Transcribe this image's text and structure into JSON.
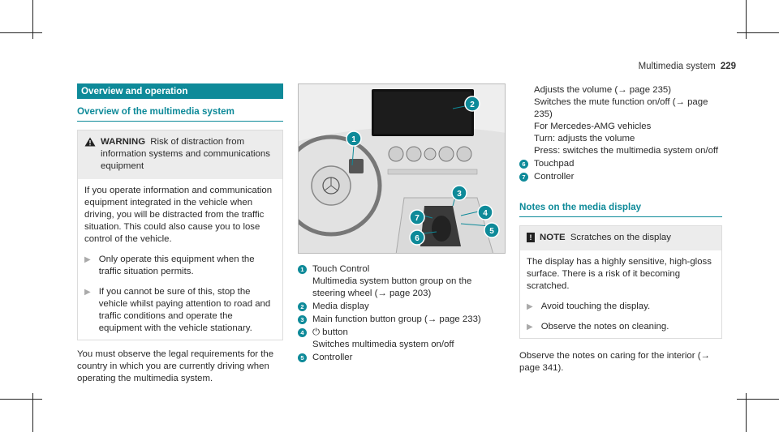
{
  "header": {
    "title": "Multimedia system",
    "page_number": "229"
  },
  "left": {
    "section_title": "Overview and operation",
    "subheading": "Overview of the multimedia system",
    "warning": {
      "label": "WARNING",
      "text": "Risk of distraction from information systems and communications equipment",
      "body": "If you operate information and communication equipment integrated in the vehicle when driving, you will be distracted from the traffic situation. This could also cause you to lose control of the vehicle.",
      "bullets": [
        "Only operate this equipment when the traffic situation permits.",
        "If you cannot be sure of this, stop the vehicle whilst paying attention to road and traffic conditions and operate the equipment with the vehicle stationary."
      ]
    },
    "paragraph": "You must observe the legal requirements for the country in which you are currently driving when operating the multimedia system."
  },
  "middle": {
    "figure_labels": [
      "1",
      "2",
      "3",
      "4",
      "5",
      "6",
      "7"
    ],
    "legend": [
      {
        "num": "1",
        "title": "Touch Control",
        "desc": "Multimedia system button group on the steering wheel (→ page 203)"
      },
      {
        "num": "2",
        "title": "Media display",
        "desc": ""
      },
      {
        "num": "3",
        "title": "Main function button group (→ page 233)",
        "desc": ""
      },
      {
        "num": "4",
        "title": "⏻ button",
        "desc": "Switches multimedia system on/off"
      },
      {
        "num": "5",
        "title": "Controller",
        "desc": ""
      }
    ]
  },
  "right": {
    "continued": [
      "Adjusts the volume (→ page 235)",
      "Switches the mute function on/off (→ page 235)",
      "For Mercedes-AMG vehicles",
      "Turn: adjusts the volume",
      "Press: switches the multimedia system on/off"
    ],
    "legend": [
      {
        "num": "6",
        "title": "Touchpad"
      },
      {
        "num": "7",
        "title": "Controller"
      }
    ],
    "subheading": "Notes on the media display",
    "note": {
      "label": "NOTE",
      "text": "Scratches on the display",
      "body": "The display has a highly sensitive, high-gloss surface. There is a risk of it becoming scratched.",
      "bullets": [
        "Avoid touching the display.",
        "Observe the notes on cleaning."
      ]
    },
    "paragraph": "Observe the notes on caring for the interior (→ page 341)."
  },
  "colors": {
    "accent": "#0e8a99",
    "warning_bg": "#ececec"
  },
  "icons": {
    "warning": "warning-triangle-icon",
    "note": "exclamation-icon",
    "bullet": "arrow-right-icon"
  }
}
